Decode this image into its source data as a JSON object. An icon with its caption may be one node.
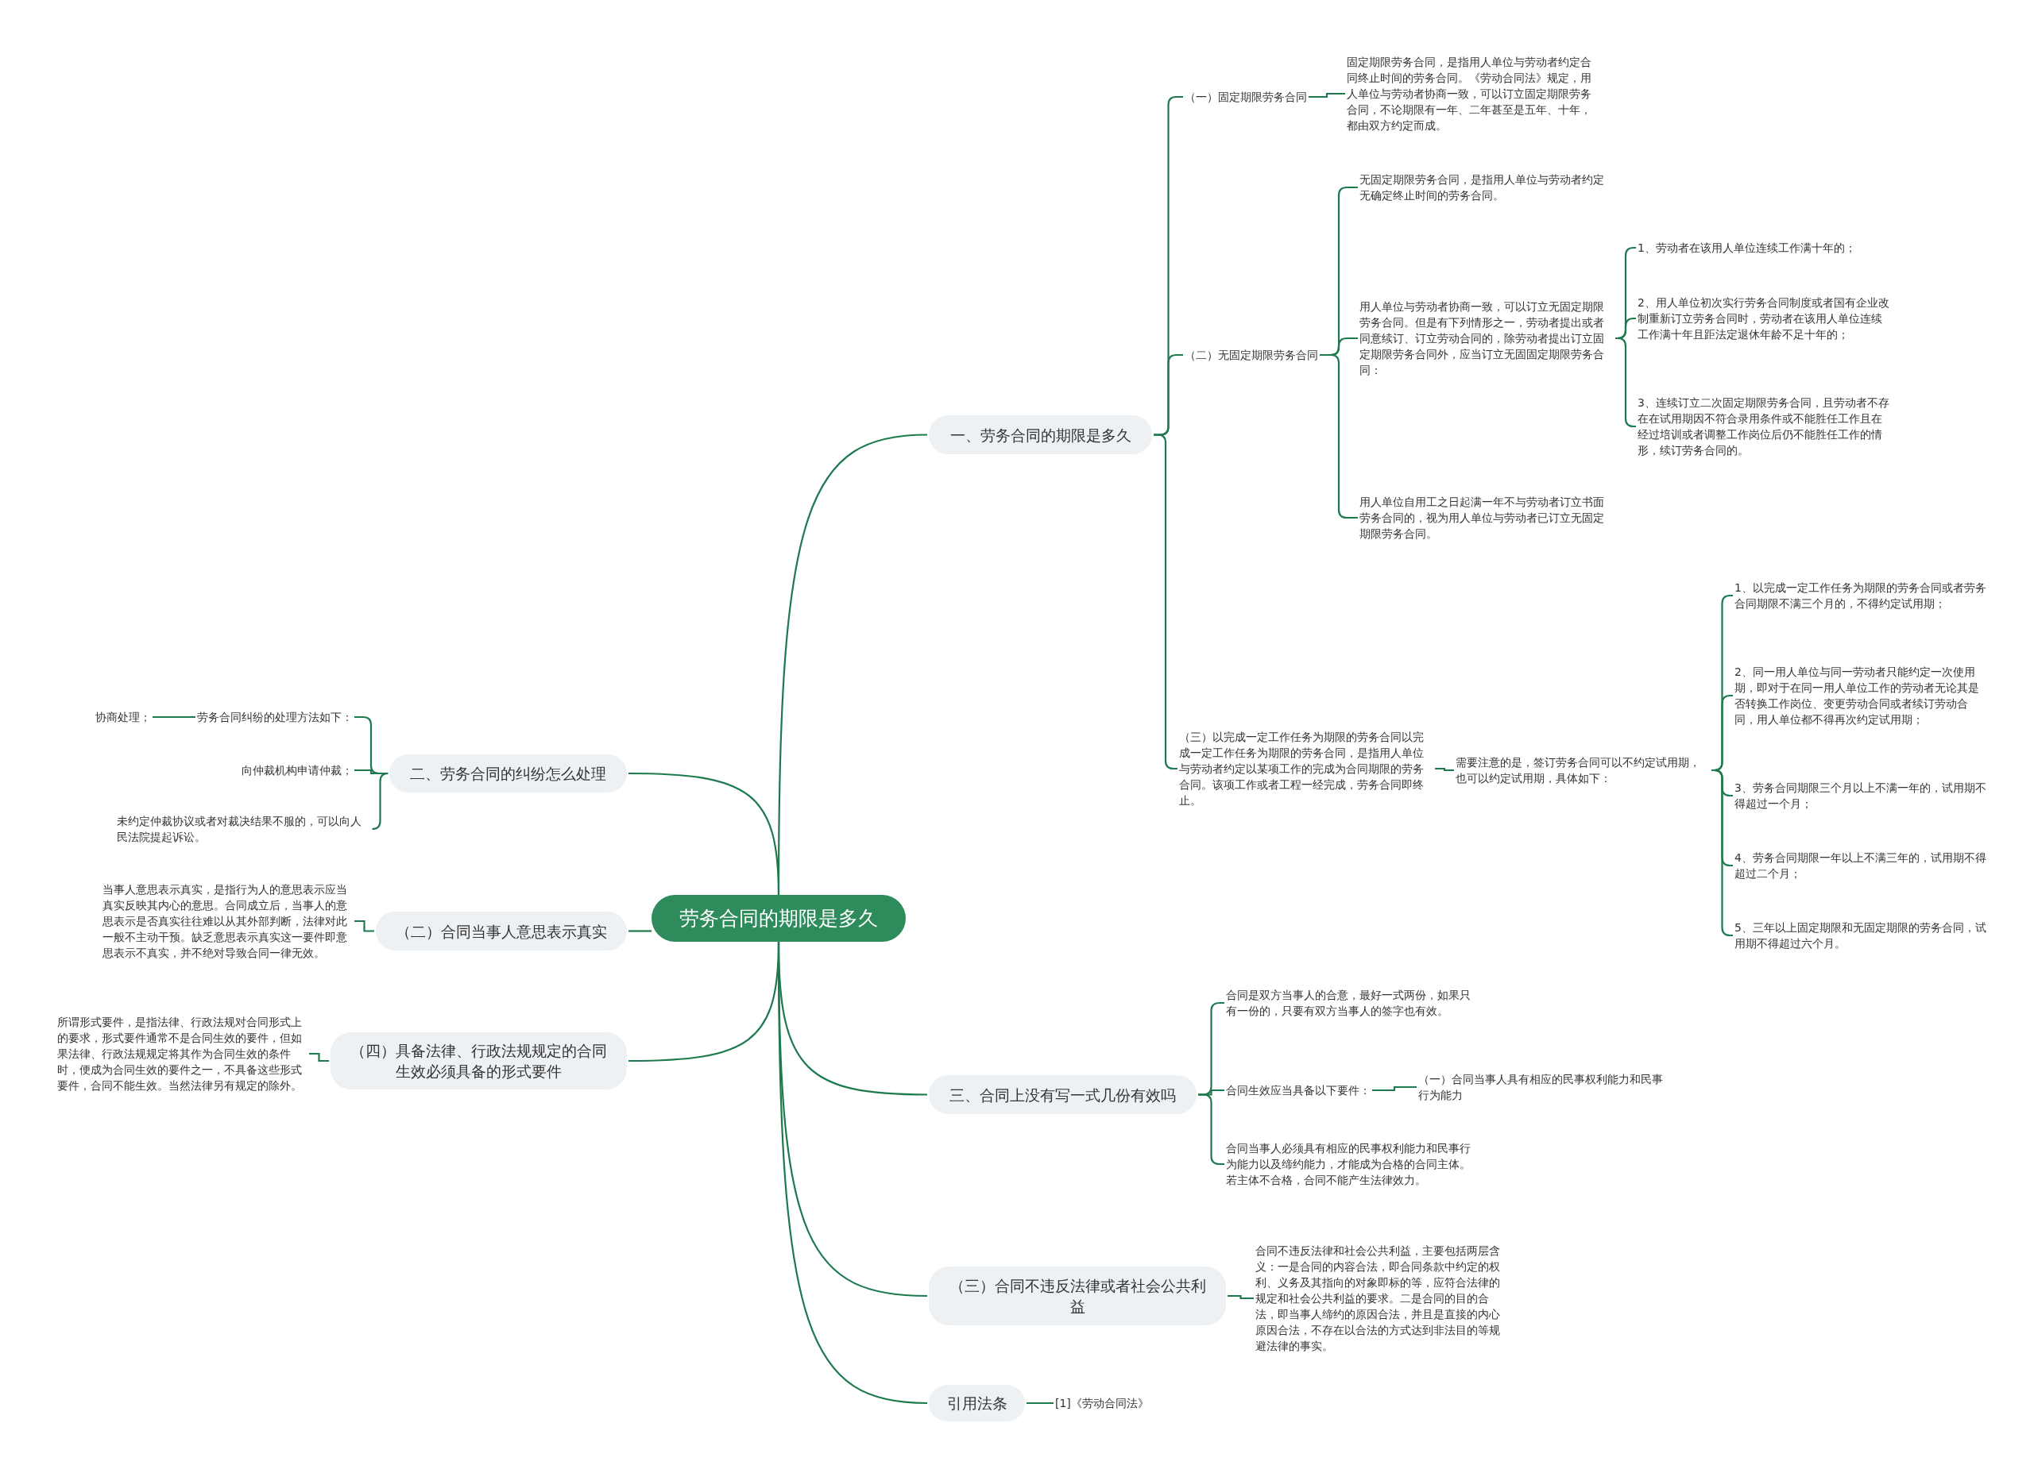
{
  "diagram": {
    "nodes": [
      {
        "text": [
          "劳务合同的期限是多久"
        ]
      },
      {
        "text": [
          "一、劳务合同的期限是多久"
        ]
      },
      {
        "text": [
          "（一）固定期限劳务合同"
        ]
      },
      {
        "text": [
          "固定期限劳务合同，是指用人单位与劳动者约定合同终止时间的劳务合同。《劳动合同法》规定，用人单位与劳动者协商一致，可以订立固定期限劳务合同，不论期限有一年、二年甚至是五年、十年，都由双方约定而成。"
        ]
      },
      {
        "text": [
          "（二）无固定期限劳务合同"
        ]
      },
      {
        "text": [
          "无固定期限劳务合同，是指用人单位与劳动者约定无确定终止时间的劳务合同。"
        ]
      },
      {
        "text": [
          "用人单位与劳动者协商一致，可以订立无固定期限劳务合同。但是有下列情形之一，劳动者提出或者同意续订、订立劳动合同的，除劳动者提出订立固定期限劳务合同外，应当订立无固固定期限劳务合同："
        ]
      },
      {
        "text": [
          "1、劳动者在该用人单位连续工作满十年的；"
        ]
      },
      {
        "text": [
          "2、用人单位初次实行劳务合同制度或者国有企业改制重新订立劳务合同时，劳动者在该用人单位连续工作满十年且距法定退休年龄不足十年的；"
        ]
      },
      {
        "text": [
          "3、连续订立二次固定期限劳务合同，且劳动者不存在在试用期因不符合录用条件或不能胜任工作且在经过培训或者调整工作岗位后仍不能胜任工作的情形，续订劳务合同的。"
        ]
      },
      {
        "text": [
          "用人单位自用工之日起满一年不与劳动者订立书面劳务合同的，视为用人单位与劳动者已订立无固定期限劳务合同。"
        ]
      },
      {
        "text": [
          "（三）以完成一定工作任务为期限的劳务合同以完成一定工作任务为期限的劳务合同，是指用人单位与劳动者约定以某项工作的完成为合同期限的劳务合同。该项工作或者工程一经完成，劳务合同即终止。"
        ]
      },
      {
        "text": [
          "需要注意的是，签订劳务合同可以不约定试用期，也可以约定试用期，具体如下："
        ]
      },
      {
        "text": [
          "1、以完成一定工作任务为期限的劳务合同或者劳务合同期限不满三个月的，不得约定试用期；"
        ]
      },
      {
        "text": [
          "2、同一用人单位与同一劳动者只能约定一次使用期，即对于在同一用人单位工作的劳动者无论其是否转换工作岗位、变更劳动合同或者续订劳动合同，用人单位都不得再次约定试用期；"
        ]
      },
      {
        "text": [
          "3、劳务合同期限三个月以上不满一年的，试用期不得超过一个月；"
        ]
      },
      {
        "text": [
          "4、劳务合同期限一年以上不满三年的，试用期不得超过二个月；"
        ]
      },
      {
        "text": [
          "5、三年以上固定期限和无固定期限的劳务合同，试用期不得超过六个月。"
        ]
      },
      {
        "text": [
          "三、合同上没有写一式几份有效吗"
        ]
      },
      {
        "text": [
          "合同是双方当事人的合意，最好一式两份，如果只有一份的，只要有双方当事人的签字也有效。"
        ]
      },
      {
        "text": [
          "合同生效应当具备以下要件："
        ]
      },
      {
        "text": [
          "（一）合同当事人具有相应的民事权利能力和民事行为能力"
        ]
      },
      {
        "text": [
          "合同当事人必须具有相应的民事权利能力和民事行为能力以及缔约能力，才能成为合格的合同主体。若主体不合格，合同不能产生法律效力。"
        ]
      },
      {
        "text": [
          "（三）合同不违反法律或者社会公共利益"
        ]
      },
      {
        "text": [
          "合同不违反法律和社会公共利益，主要包括两层含义：一是合同的内容合法，即合同条款中约定的权利、义务及其指向的对象即标的等，应符合法律的规定和社会公共利益的要求。二是合同的目的合法，即当事人缔约的原因合法，并且是直接的内心原因合法，不存在以合法的方式达到非法目的等规避法律的事实。"
        ]
      },
      {
        "text": [
          "引用法条"
        ]
      },
      {
        "text": [
          "[1]《劳动合同法》"
        ]
      },
      {
        "text": [
          "二、劳务合同的纠纷怎么处理"
        ]
      },
      {
        "text": [
          "劳务合同纠纷的处理方法如下："
        ]
      },
      {
        "text": [
          "协商处理；"
        ]
      },
      {
        "text": [
          "向仲裁机构申请仲裁；"
        ]
      },
      {
        "text": [
          "未约定仲裁协议或者对裁决结果不服的，可以向人民法院提起诉讼。"
        ]
      },
      {
        "text": [
          "（二）合同当事人意思表示真实"
        ]
      },
      {
        "text": [
          "当事人意思表示真实，是指行为人的意思表示应当真实反映其内心的意思。合同成立后，当事人的意思表示是否真实往往难以从其外部判断，法律对此一般不主动干预。缺乏意思表示真实这一要件即意思表示不真实，并不绝对导致合同一律无效。"
        ]
      },
      {
        "text": [
          "（四）具备法律、行政法规规定的合同生效必须具备的形式要件"
        ]
      },
      {
        "text": [
          "所谓形式要件，是指法律、行政法规对合同形式上的要求，形式要件通常不是合同生效的要件，但如果法律、行政法规规定将其作为合同生效的条件时，便成为合同生效的要件之一，不具备这些形式要件，合同不能生效。当然法律另有规定的除外。"
        ]
      }
    ],
    "edges": [
      {
        "from": 0,
        "to": 1,
        "arrow": "none"
      },
      {
        "from": 1,
        "to": 2,
        "arrow": "none"
      },
      {
        "from": 2,
        "to": 3,
        "arrow": "none"
      },
      {
        "from": 1,
        "to": 4,
        "arrow": "none"
      },
      {
        "from": 4,
        "to": 5,
        "arrow": "none"
      },
      {
        "from": 4,
        "to": 6,
        "arrow": "none"
      },
      {
        "from": 6,
        "to": 7,
        "arrow": "none"
      },
      {
        "from": 6,
        "to": 8,
        "arrow": "none"
      },
      {
        "from": 6,
        "to": 9,
        "arrow": "none"
      },
      {
        "from": 4,
        "to": 10,
        "arrow": "none"
      },
      {
        "from": 1,
        "to": 11,
        "arrow": "none"
      },
      {
        "from": 11,
        "to": 12,
        "arrow": "none"
      },
      {
        "from": 12,
        "to": 13,
        "arrow": "none"
      },
      {
        "from": 12,
        "to": 14,
        "arrow": "none"
      },
      {
        "from": 12,
        "to": 15,
        "arrow": "none"
      },
      {
        "from": 12,
        "to": 16,
        "arrow": "none"
      },
      {
        "from": 12,
        "to": 17,
        "arrow": "none"
      },
      {
        "from": 0,
        "to": 18,
        "arrow": "none"
      },
      {
        "from": 18,
        "to": 19,
        "arrow": "none"
      },
      {
        "from": 18,
        "to": 20,
        "arrow": "none"
      },
      {
        "from": 20,
        "to": 21,
        "arrow": "none"
      },
      {
        "from": 18,
        "to": 22,
        "arrow": "none"
      },
      {
        "from": 0,
        "to": 23,
        "arrow": "none"
      },
      {
        "from": 23,
        "to": 24,
        "arrow": "none"
      },
      {
        "from": 0,
        "to": 25,
        "arrow": "none"
      },
      {
        "from": 25,
        "to": 26,
        "arrow": "none"
      },
      {
        "from": 0,
        "to": 27,
        "arrow": "none"
      },
      {
        "from": 27,
        "to": 28,
        "arrow": "none"
      },
      {
        "from": 28,
        "to": 29,
        "arrow": "none"
      },
      {
        "from": 27,
        "to": 30,
        "arrow": "none"
      },
      {
        "from": 27,
        "to": 31,
        "arrow": "none"
      },
      {
        "from": 0,
        "to": 32,
        "arrow": "none"
      },
      {
        "from": 32,
        "to": 33,
        "arrow": "none"
      },
      {
        "from": 0,
        "to": 34,
        "arrow": "none"
      },
      {
        "from": 34,
        "to": 35,
        "arrow": "none"
      }
    ]
  }
}
